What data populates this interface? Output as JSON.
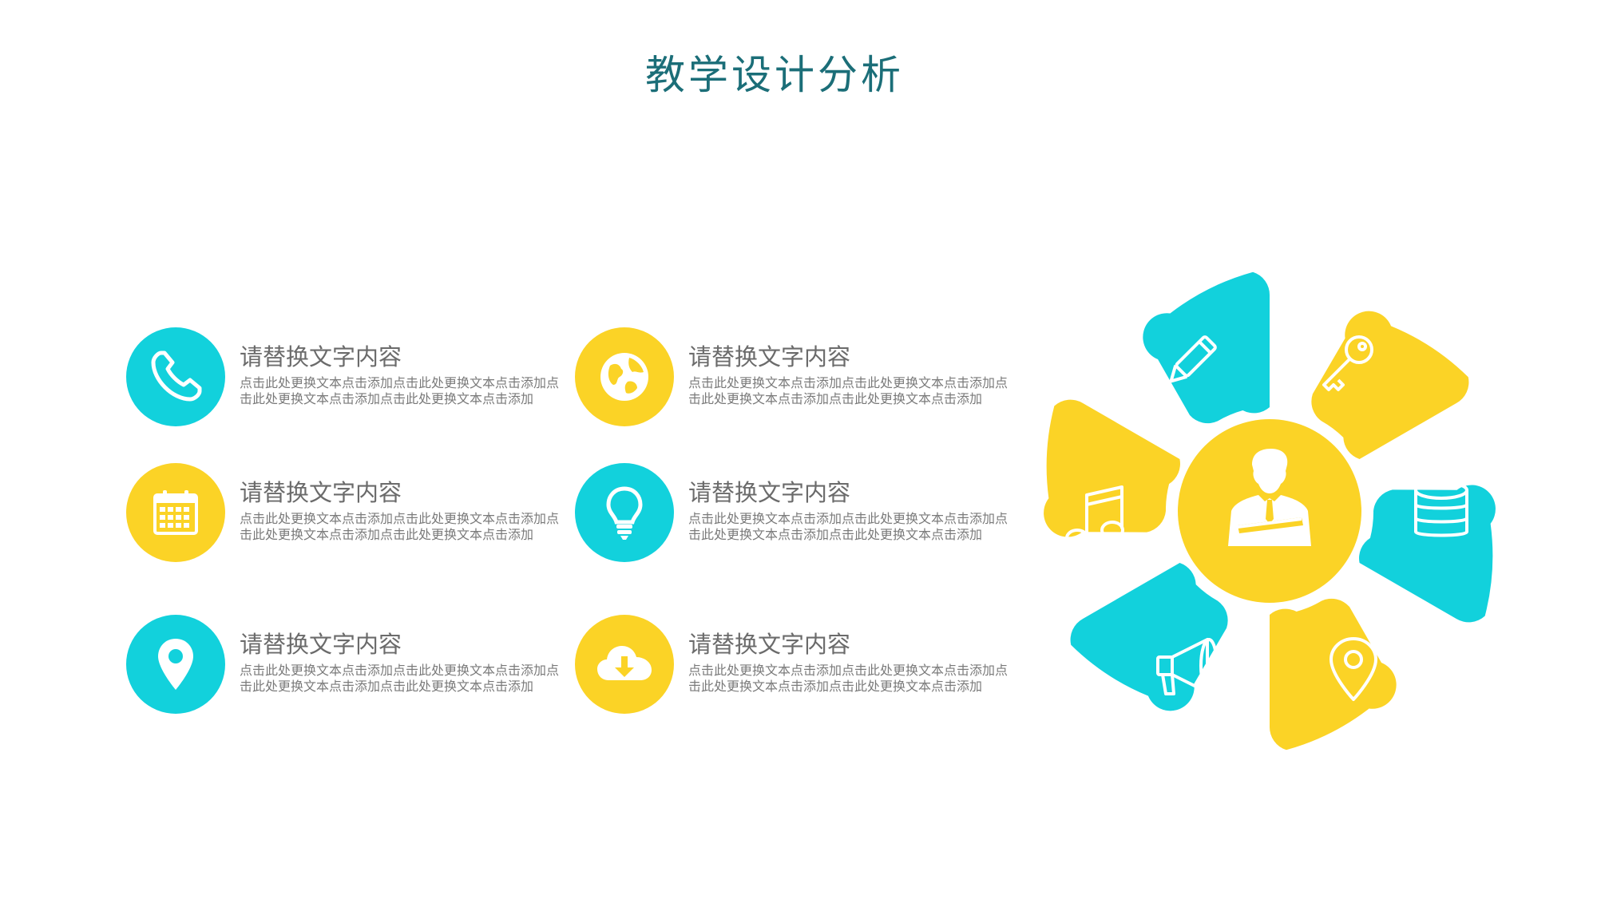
{
  "title": "教学设计分析",
  "colors": {
    "teal": "#12d1dc",
    "yellow": "#fbd326",
    "title": "#1b6e78",
    "text": "#6b6b6b"
  },
  "items": [
    {
      "icon": "phone-icon",
      "color": "teal",
      "heading": "请替换文字内容",
      "body": "点击此处更换文本点击添加点击此处更换文本点击添加点击此处更换文本点击添加点击此处更换文本点击添加"
    },
    {
      "icon": "globe-icon",
      "color": "yellow",
      "heading": "请替换文字内容",
      "body": "点击此处更换文本点击添加点击此处更换文本点击添加点击此处更换文本点击添加点击此处更换文本点击添加"
    },
    {
      "icon": "calendar-icon",
      "color": "yellow",
      "heading": "请替换文字内容",
      "body": "点击此处更换文本点击添加点击此处更换文本点击添加点击此处更换文本点击添加点击此处更换文本点击添加"
    },
    {
      "icon": "lightbulb-icon",
      "color": "teal",
      "heading": "请替换文字内容",
      "body": "点击此处更换文本点击添加点击此处更换文本点击添加点击此处更换文本点击添加点击此处更换文本点击添加"
    },
    {
      "icon": "location-pin-icon",
      "color": "teal",
      "heading": "请替换文字内容",
      "body": "点击此处更换文本点击添加点击此处更换文本点击添加点击此处更换文本点击添加点击此处更换文本点击添加"
    },
    {
      "icon": "cloud-download-icon",
      "color": "yellow",
      "heading": "请替换文字内容",
      "body": "点击此处更换文本点击添加点击此处更换文本点击添加点击此处更换文本点击添加点击此处更换文本点击添加"
    }
  ],
  "wheel": {
    "center_icon": "businessman-icon",
    "segments": [
      {
        "icon": "pencil-icon",
        "color": "teal"
      },
      {
        "icon": "key-icon",
        "color": "yellow"
      },
      {
        "icon": "database-icon",
        "color": "teal"
      },
      {
        "icon": "map-pin-icon",
        "color": "yellow"
      },
      {
        "icon": "megaphone-icon",
        "color": "teal"
      },
      {
        "icon": "music-note-icon",
        "color": "yellow"
      }
    ]
  }
}
